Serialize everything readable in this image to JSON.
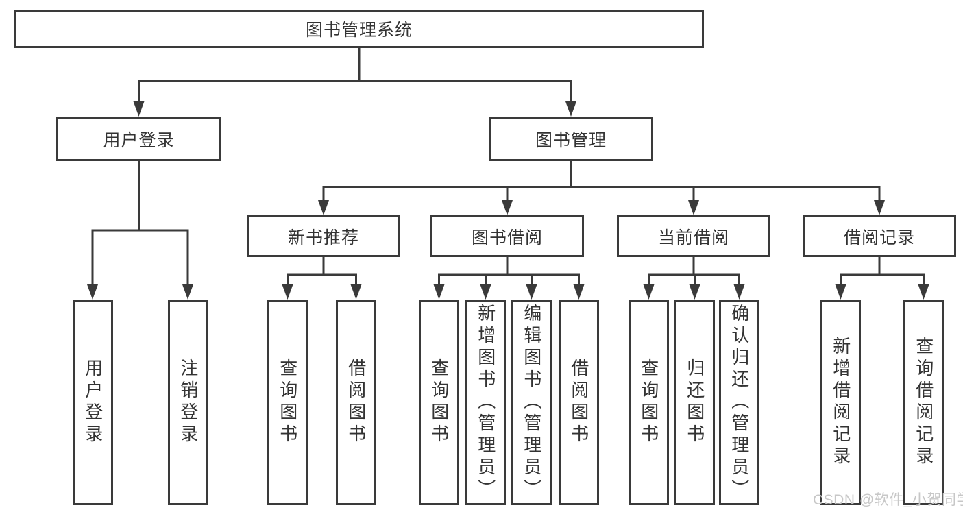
{
  "colors": {
    "line": "#3a3a3a",
    "text": "#333333",
    "box_background": "#ffffff",
    "page_background": "#ffffff",
    "watermark": "#c7c7c7"
  },
  "diagram": {
    "root": {
      "label": "图书管理系统"
    },
    "level2": [
      {
        "id": "user-login",
        "label": "用户登录"
      },
      {
        "id": "book-management",
        "label": "图书管理"
      }
    ],
    "level3": [
      {
        "id": "new-book-recommend",
        "label": "新书推荐"
      },
      {
        "id": "book-borrow",
        "label": "图书借阅"
      },
      {
        "id": "current-borrow",
        "label": "当前借阅"
      },
      {
        "id": "borrow-records",
        "label": "借阅记录"
      }
    ],
    "leaves": {
      "user_login": [
        {
          "label": "用户登录"
        },
        {
          "label": "注销登录"
        }
      ],
      "new_book_recommend": [
        {
          "label": "查询图书"
        },
        {
          "label": "借阅图书"
        }
      ],
      "book_borrow": [
        {
          "label": "查询图书"
        },
        {
          "label": "新增图书（管理员）"
        },
        {
          "label": "编辑图书（管理员）"
        },
        {
          "label": "借阅图书"
        }
      ],
      "current_borrow": [
        {
          "label": "查询图书"
        },
        {
          "label": "归还图书"
        },
        {
          "label": "确认归还（管理员）"
        }
      ],
      "borrow_records": [
        {
          "label": "新增借阅记录"
        },
        {
          "label": "查询借阅记录"
        }
      ]
    }
  },
  "watermark": {
    "text": "CSDN @软件_小贺同学"
  }
}
